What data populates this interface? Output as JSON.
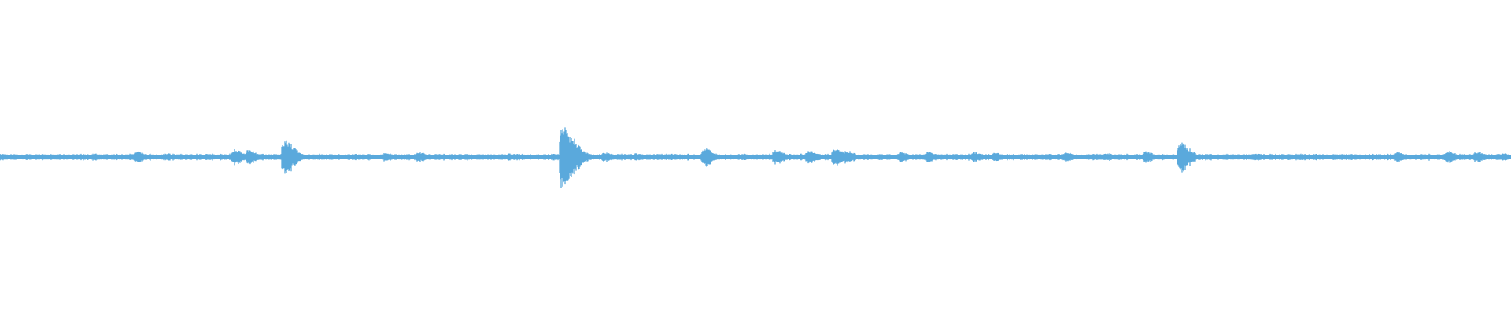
{
  "waveform": {
    "color": "#5aa9dc",
    "background": "#ffffff",
    "duration_fraction_events": [
      {
        "t": 0.0,
        "amp": 0.06
      },
      {
        "t": 0.03,
        "amp": 0.07
      },
      {
        "t": 0.062,
        "amp": 0.09
      },
      {
        "t": 0.09,
        "amp": 0.18
      },
      {
        "t": 0.11,
        "amp": 0.1
      },
      {
        "t": 0.155,
        "amp": 0.24
      },
      {
        "t": 0.164,
        "amp": 0.22
      },
      {
        "t": 0.188,
        "amp": 0.55
      },
      {
        "t": 0.255,
        "amp": 0.12
      },
      {
        "t": 0.277,
        "amp": 0.14
      },
      {
        "t": 0.337,
        "amp": 0.09
      },
      {
        "t": 0.372,
        "amp": 1.0
      },
      {
        "t": 0.38,
        "amp": 0.12
      },
      {
        "t": 0.4,
        "amp": 0.13
      },
      {
        "t": 0.421,
        "amp": 0.1
      },
      {
        "t": 0.466,
        "amp": 0.28
      },
      {
        "t": 0.513,
        "amp": 0.22
      },
      {
        "t": 0.535,
        "amp": 0.2
      },
      {
        "t": 0.552,
        "amp": 0.28
      },
      {
        "t": 0.56,
        "amp": 0.2
      },
      {
        "t": 0.596,
        "amp": 0.14
      },
      {
        "t": 0.614,
        "amp": 0.15
      },
      {
        "t": 0.644,
        "amp": 0.15
      },
      {
        "t": 0.658,
        "amp": 0.12
      },
      {
        "t": 0.705,
        "amp": 0.14
      },
      {
        "t": 0.732,
        "amp": 0.11
      },
      {
        "t": 0.758,
        "amp": 0.17
      },
      {
        "t": 0.781,
        "amp": 0.47
      },
      {
        "t": 0.83,
        "amp": 0.1
      },
      {
        "t": 0.862,
        "amp": 0.08
      },
      {
        "t": 0.924,
        "amp": 0.16
      },
      {
        "t": 0.958,
        "amp": 0.18
      },
      {
        "t": 0.977,
        "amp": 0.16
      },
      {
        "t": 0.995,
        "amp": 0.1
      }
    ],
    "baseline_amplitude": 0.06,
    "seed": 42
  }
}
